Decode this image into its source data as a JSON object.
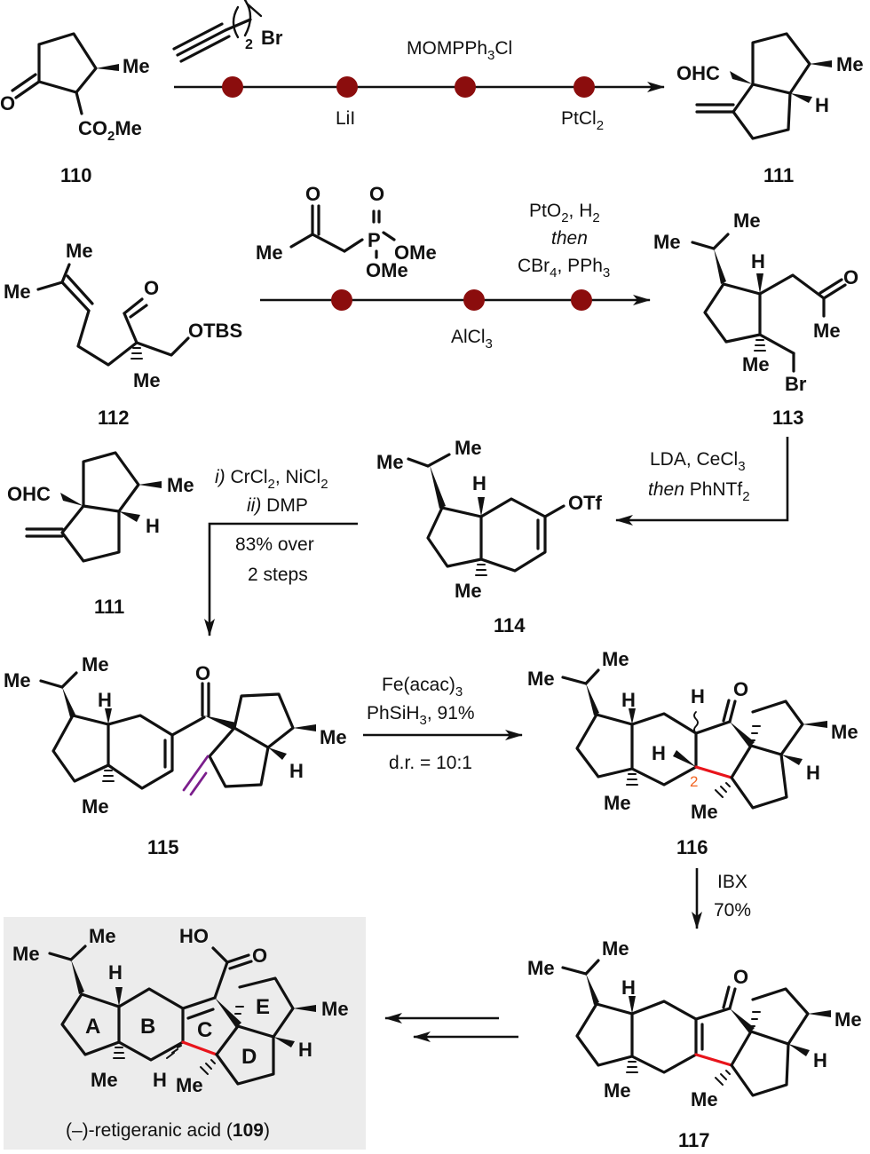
{
  "colors": {
    "step_dot": "#8b0d0d",
    "new_bond": "#e8141b",
    "highlight_alkene": "#7b1e8c",
    "locant": "#f26522",
    "target_box": "#ececec"
  },
  "compounds": {
    "c110": {
      "label": "110",
      "atoms": {
        "me": "Me",
        "o": "O",
        "ester": "CO",
        "ester_sub": "2",
        "ester_tail": "Me"
      }
    },
    "c111": {
      "label": "111",
      "atoms": {
        "ohc": "OHC",
        "me": "Me",
        "h": "H"
      }
    },
    "c112": {
      "label": "112",
      "atoms": {
        "me1": "Me",
        "me2": "Me",
        "o": "O",
        "otbs": "OTBS",
        "me3": "Me"
      }
    },
    "c113": {
      "label": "113",
      "atoms": {
        "me1": "Me",
        "me2": "Me",
        "h": "H",
        "o": "O",
        "me3": "Me",
        "me4": "Me",
        "br": "Br"
      }
    },
    "c111b": {
      "label": "111",
      "atoms": {
        "ohc": "OHC",
        "me": "Me",
        "h": "H"
      }
    },
    "c114": {
      "label": "114",
      "atoms": {
        "me1": "Me",
        "me2": "Me",
        "h": "H",
        "otf": "OTf",
        "me3": "Me"
      }
    },
    "c115": {
      "label": "115",
      "atoms": {
        "me1": "Me",
        "me2": "Me",
        "h1": "H",
        "o": "O",
        "me3": "Me",
        "h2": "H",
        "me4": "Me"
      }
    },
    "c116": {
      "label": "116",
      "atoms": {
        "me1": "Me",
        "me2": "Me",
        "h1": "H",
        "h2": "H",
        "o": "O",
        "me3": "Me",
        "h3": "H",
        "h4": "H",
        "me4": "Me",
        "me5": "Me",
        "locant": "2"
      }
    },
    "c117": {
      "label": "117",
      "atoms": {
        "me1": "Me",
        "me2": "Me",
        "h1": "H",
        "o": "O",
        "me3": "Me",
        "h2": "H",
        "me4": "Me",
        "me5": "Me"
      }
    },
    "c109": {
      "name_prefix": "(–)-retigeranic acid (",
      "label": "109",
      "name_suffix": ")",
      "rings": [
        "A",
        "B",
        "C",
        "D",
        "E"
      ],
      "atoms": {
        "me1": "Me",
        "me2": "Me",
        "h1": "H",
        "ho": "HO",
        "o": "O",
        "me3": "Me",
        "h2": "H",
        "me4": "Me",
        "h3": "H",
        "me5": "Me"
      }
    }
  },
  "reagents": {
    "alkyne": {
      "n": "2",
      "br": "Br"
    },
    "step1": {
      "above": "MOMPPh",
      "above_sub": "3",
      "above_tail": "Cl",
      "below1": "LiI",
      "below2": "PtCl",
      "below2_sub": "2"
    },
    "phosphonate": {
      "o1": "O",
      "o2": "O",
      "me": "Me",
      "p": "P",
      "ome1": "OMe",
      "ome2": "OMe"
    },
    "step2": {
      "line1": "PtO",
      "line1_sub": "2",
      "line1_mid": ", H",
      "line1_sub2": "2",
      "line2": "then",
      "line3": "CBr",
      "line3_sub": "4",
      "line3_mid": ", PPh",
      "line3_sub2": "3",
      "below": "AlCl",
      "below_sub": "3"
    },
    "step3": {
      "line1": "LDA, CeCl",
      "line1_sub": "3",
      "line2_it": "then",
      "line2": " PhNTf",
      "line2_sub": "2"
    },
    "step4": {
      "line1_it": "i)",
      "line1": " CrCl",
      "line1_sub": "2",
      "line1_mid": ", NiCl",
      "line1_sub2": "2",
      "line2_it": "ii)",
      "line2": " DMP",
      "line3": "83% over",
      "line4": "2 steps"
    },
    "step5": {
      "line1": "Fe(acac)",
      "line1_sub": "3",
      "line2": "PhSiH",
      "line2_sub": "3",
      "line2_tail": ", 91%",
      "below": "d.r. = 10:1"
    },
    "step6": {
      "line1": "IBX",
      "line2": "70%"
    }
  }
}
